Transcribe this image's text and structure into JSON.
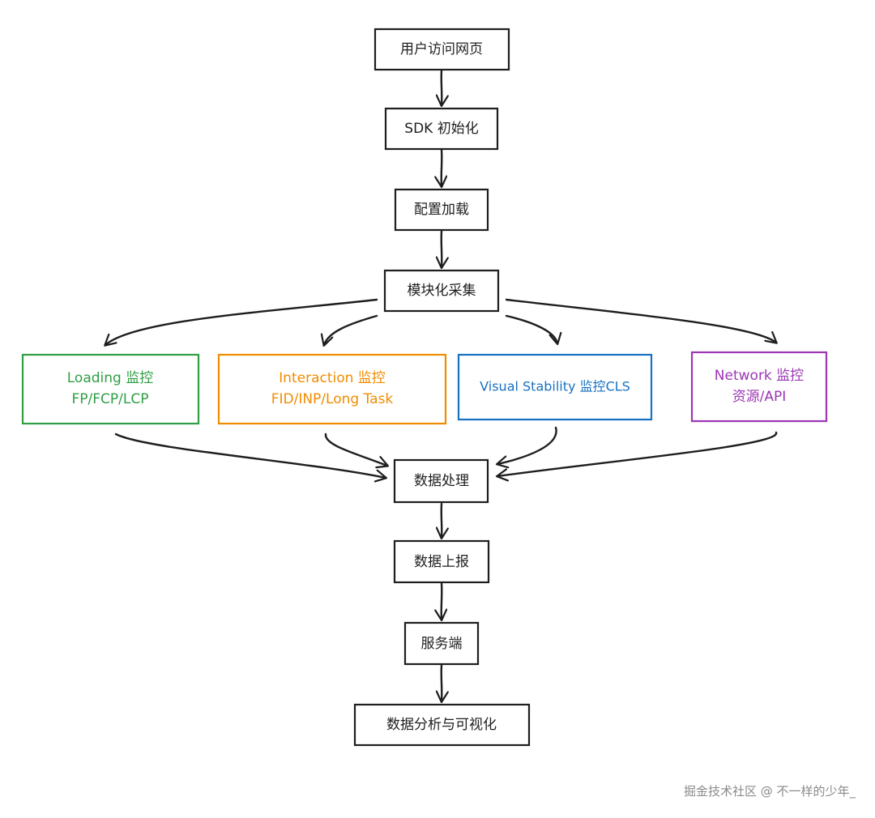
{
  "flowchart": {
    "steps": [
      "用户访问网页",
      "SDK 初始化",
      "配置加载",
      "模块化采集"
    ],
    "modules": [
      {
        "line1": "Loading 监控",
        "line2": "FP/FCP/LCP",
        "color": "#2f9e44"
      },
      {
        "line1": "Interaction 监控",
        "line2": "FID/INP/Long Task",
        "color": "#f08c00"
      },
      {
        "line1": "Visual Stability 监控CLS",
        "line2": "",
        "color": "#1971c2"
      },
      {
        "line1": "Network 监控",
        "line2": "资源/API",
        "color": "#9c36b5"
      }
    ],
    "after_steps": [
      "数据处理",
      "数据上报",
      "服务端",
      "数据分析与可视化"
    ]
  },
  "watermark": "掘金技术社区 @ 不一样的少年_",
  "colors": {
    "stroke": "#1e1e1e",
    "background": "#ffffff",
    "watermark": "#8a8a8a"
  }
}
